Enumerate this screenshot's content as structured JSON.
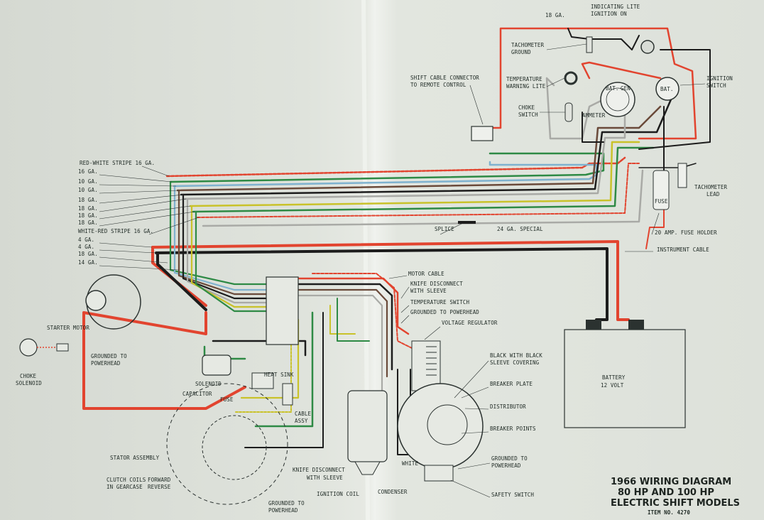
{
  "title": {
    "line1": "1966 WIRING DIAGRAM",
    "line2": "80 HP AND 100 HP",
    "line3": "ELECTRIC SHIFT MODELS",
    "item": "ITEM NO. 4270"
  },
  "labels": {
    "gauge_18": "18 GA.",
    "indicating_lite_1": "INDICATING LITE",
    "indicating_lite_2": "IGNITION ON",
    "tach_ground_1": "TACHOMETER",
    "tach_ground_2": "GROUND",
    "temp_lite_1": "TEMPERATURE",
    "temp_lite_2": "WARNING LITE",
    "ignition_switch_1": "IGNITION",
    "ignition_switch_2": "SWITCH",
    "shift_cable_1": "SHIFT CABLE CONNECTOR",
    "shift_cable_2": "TO REMOTE CONTROL",
    "choke_switch_1": "CHOKE",
    "choke_switch_2": "SWITCH",
    "ammeter": "AMMETER",
    "bat": "BAT.",
    "gen": "GEN",
    "bat_small": "BAT.",
    "tach_lead_1": "TACHOMETER",
    "tach_lead_2": "LEAD",
    "fuse_holder": "20 AMP. FUSE HOLDER",
    "fuse": "FUSE",
    "splice": "SPLICE",
    "gauge_24": "24 GA. SPECIAL",
    "instrument_cable": "INSTRUMENT CABLE",
    "motor_cable": "MOTOR CABLE",
    "knife_1": "KNIFE DISCONNECT",
    "knife_2": "WITH SLEEVE",
    "temp_switch": "TEMPERATURE SWITCH",
    "grounded_powerhead": "GROUNDED TO POWERHEAD",
    "voltage_regulator": "VOLTAGE REGULATOR",
    "black_sleeve_1": "BLACK WITH BLACK",
    "black_sleeve_2": "SLEEVE COVERING",
    "breaker_plate": "BREAKER PLATE",
    "distributor": "DISTRIBUTOR",
    "breaker_points": "BREAKER POINTS",
    "grounded_to": "GROUNDED TO",
    "powerhead": "POWERHEAD",
    "safety_switch": "SAFETY SWITCH",
    "battery_1": "BATTERY",
    "battery_2": "12 VOLT",
    "condenser": "CONDENSER",
    "ignition_coil": "IGNITION COIL",
    "white": "WHITE",
    "knife2_1": "KNIFE DISCONNECT",
    "knife2_2": "WITH SLEEVE",
    "grounded_to_2": "GROUNDED TO",
    "powerhead_2": "POWERHEAD",
    "stator": "STATOR ASSEMBLY",
    "clutch_1": "CLUTCH COILS",
    "clutch_2": "IN GEARCASE",
    "forward": "FORWARD",
    "reverse": "REVERSE",
    "fuse_small": "FUSE",
    "cable_assy_1": "CABLE",
    "cable_assy_2": "ASSY",
    "capacitor": "CAPACITOR",
    "solenoid": "SOLENOID",
    "heat_sink": "HEAT SINK",
    "starter_motor": "STARTER MOTOR",
    "grounded_to_3": "GROUNDED TO",
    "powerhead_3": "POWERHEAD",
    "choke_sol_1": "CHOKE",
    "choke_sol_2": "SOLENOID",
    "wire_gauges": [
      "RED-WHITE STRIPE 16 GA.",
      "16 GA.",
      "10 GA.",
      "10 GA.",
      "18 GA.",
      "18 GA.",
      "18 GA.",
      "18 GA.",
      "WHITE-RED STRIPE 16 GA.",
      "4 GA.",
      "4 GA.",
      "18 GA.",
      "14 GA."
    ]
  },
  "colors": {
    "paper": "#dde1da",
    "red": "#e2442f",
    "black": "#1c1c1c",
    "green": "#2e8a45",
    "yellow": "#c9c22a",
    "blue": "#7fb2cf",
    "gray": "#a9aaa6",
    "brown": "#6a4a3a",
    "ink": "#1f2a25"
  }
}
